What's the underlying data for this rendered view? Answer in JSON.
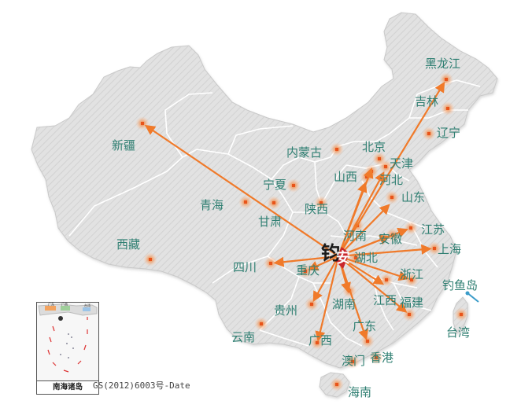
{
  "map": {
    "logo": {
      "char1": "钧",
      "char2": "安"
    },
    "caption": "GS(2012)6003号-Date",
    "inset_title": "南海诸岛",
    "inset_tags": [
      "广东",
      "广西",
      "台湾"
    ],
    "colors": {
      "land": "#e4e4e4",
      "border": "#ffffff",
      "arrow": "#f07a2a",
      "label": "#2f7f72",
      "dot": "#f39a5c"
    },
    "regions": [
      {
        "id": "xinjiang",
        "name": "新疆"
      },
      {
        "id": "xizang",
        "name": "西藏"
      },
      {
        "id": "qinghai",
        "name": "青海"
      },
      {
        "id": "gansu",
        "name": "甘肃"
      },
      {
        "id": "neimenggu",
        "name": "内蒙古"
      },
      {
        "id": "ningxia",
        "name": "宁夏"
      },
      {
        "id": "shaanxi",
        "name": "陕西"
      },
      {
        "id": "shanxi",
        "name": "山西"
      },
      {
        "id": "beijing",
        "name": "北京"
      },
      {
        "id": "tianjin",
        "name": "天津"
      },
      {
        "id": "hebei",
        "name": "河北"
      },
      {
        "id": "shandong",
        "name": "山东"
      },
      {
        "id": "henan",
        "name": "河南"
      },
      {
        "id": "anhui",
        "name": "安徽"
      },
      {
        "id": "jiangsu",
        "name": "江苏"
      },
      {
        "id": "shanghai",
        "name": "上海"
      },
      {
        "id": "hubei",
        "name": "湖北"
      },
      {
        "id": "zhejiang",
        "name": "浙江"
      },
      {
        "id": "sichuan",
        "name": "四川"
      },
      {
        "id": "chongqing",
        "name": "重庆"
      },
      {
        "id": "guizhou",
        "name": "贵州"
      },
      {
        "id": "hunan",
        "name": "湖南"
      },
      {
        "id": "jiangxi",
        "name": "江西"
      },
      {
        "id": "fujian",
        "name": "福建"
      },
      {
        "id": "yunnan",
        "name": "云南"
      },
      {
        "id": "guangxi",
        "name": "广西"
      },
      {
        "id": "guangdong",
        "name": "广东"
      },
      {
        "id": "aomen",
        "name": "澳门"
      },
      {
        "id": "xianggang",
        "name": "香港"
      },
      {
        "id": "hainan",
        "name": "海南"
      },
      {
        "id": "taiwan",
        "name": "台湾"
      },
      {
        "id": "diaoyudao",
        "name": "钓鱼岛"
      },
      {
        "id": "heilongjiang",
        "name": "黑龙江"
      },
      {
        "id": "jilin",
        "name": "吉林"
      },
      {
        "id": "liaoning",
        "name": "辽宁"
      }
    ],
    "routes": [
      "xinjiang",
      "heilongjiang",
      "beijing",
      "tianjin",
      "shandong",
      "jiangsu",
      "shanghai",
      "zhejiang",
      "fujian",
      "jiangxi",
      "guangdong",
      "guangxi",
      "guizhou",
      "sichuan",
      "chongqing",
      "hunan",
      "anhui",
      "shanxi"
    ]
  }
}
